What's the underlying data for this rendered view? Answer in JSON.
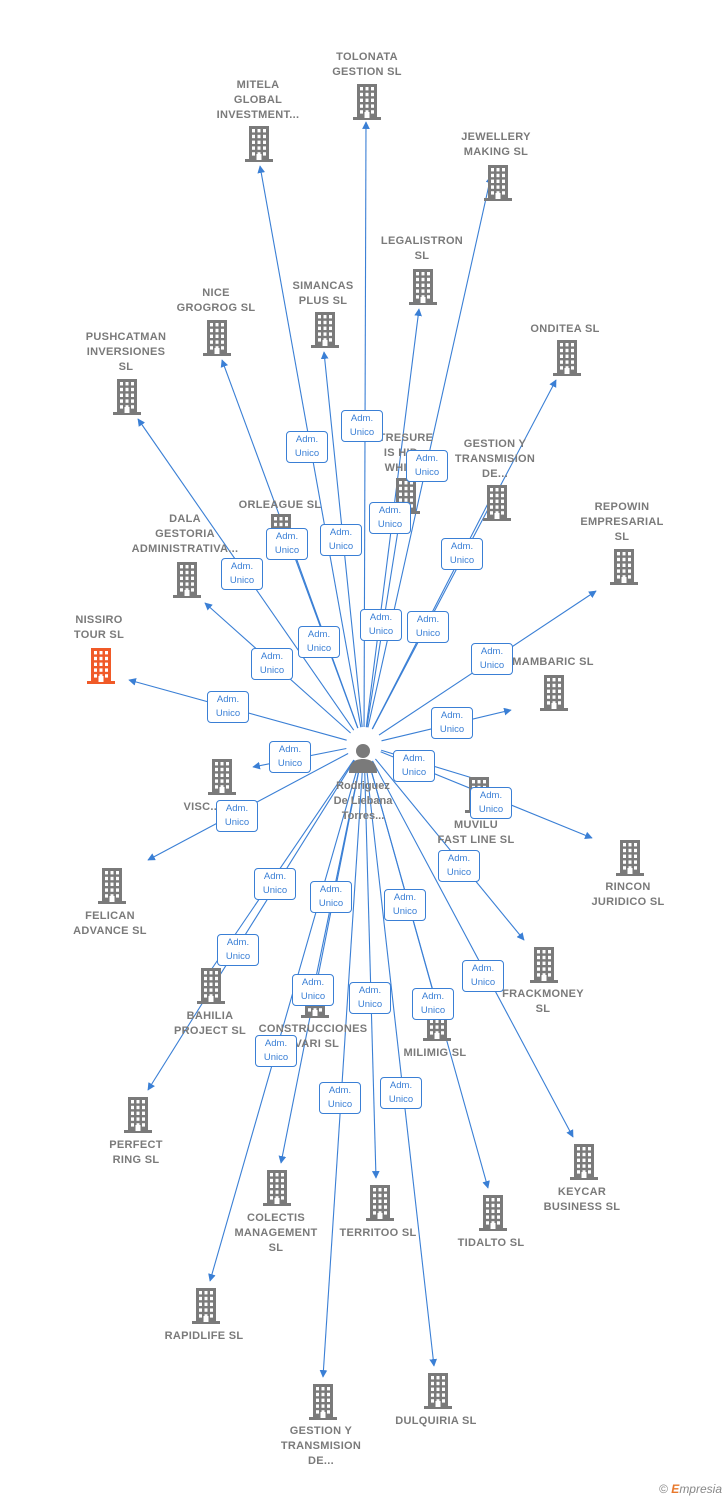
{
  "center": {
    "name": "Rodriguez\nDe Liebana\nTorres..."
  },
  "edge_label": {
    "line1": "Adm.",
    "line2": "Unico"
  },
  "colors": {
    "edge": "#3a7fd5",
    "building": "#7a7a7a",
    "focus_building": "#f05a28"
  },
  "companies": [
    {
      "id": "tolonata",
      "name": "TOLONATA\nGESTION  SL"
    },
    {
      "id": "mitela",
      "name": "MITELA\nGLOBAL\nINVESTMENT..."
    },
    {
      "id": "jewellery",
      "name": "JEWELLERY\nMAKING  SL"
    },
    {
      "id": "legalistron",
      "name": "LEGALISTRON\nSL"
    },
    {
      "id": "simancas",
      "name": "SIMANCAS\nPLUS  SL"
    },
    {
      "id": "nice",
      "name": "NICE\nGROGROG  SL"
    },
    {
      "id": "onditea",
      "name": "ONDITEA  SL"
    },
    {
      "id": "pushcatman",
      "name": "PUSHCATMAN\nINVERSIONES\nSL"
    },
    {
      "id": "tresure",
      "name": "TRESURE\nIS HID...\nWHITI..."
    },
    {
      "id": "gestion1",
      "name": "GESTION Y\nTRANSMISION\nDE..."
    },
    {
      "id": "orleague",
      "name": "ORLEAGUE  SL"
    },
    {
      "id": "dala",
      "name": "DALA\nGESTORIA\nADMINISTRATIVA..."
    },
    {
      "id": "repowin",
      "name": "REPOWIN\nEMPRESARIAL\nSL"
    },
    {
      "id": "nissiro",
      "name": "NISSIRO\nTOUR  SL",
      "focus": true
    },
    {
      "id": "mambaric",
      "name": "MAMBARIC  SL"
    },
    {
      "id": "visc",
      "name": "VISC..."
    },
    {
      "id": "muvilu",
      "name": "MUVILU\nFAST LINE  SL"
    },
    {
      "id": "rincon",
      "name": "RINCON\nJURIDICO SL"
    },
    {
      "id": "felican",
      "name": "FELICAN\nADVANCE  SL"
    },
    {
      "id": "frackmoney",
      "name": "FRACKMONEY\nSL"
    },
    {
      "id": "bahilia",
      "name": "BAHILIA\nPROJECT  SL"
    },
    {
      "id": "construcciones",
      "name": "CONSTRUCCIONES\nSVARI SL"
    },
    {
      "id": "milimig",
      "name": "MILIMIG  SL"
    },
    {
      "id": "perfect",
      "name": "PERFECT\nRING  SL"
    },
    {
      "id": "keycar",
      "name": "KEYCAR\nBUSINESS  SL"
    },
    {
      "id": "colectis",
      "name": "COLECTIS\nMANAGEMENT\nSL"
    },
    {
      "id": "territoo",
      "name": "TERRITOO  SL"
    },
    {
      "id": "tidalto",
      "name": "TIDALTO  SL"
    },
    {
      "id": "rapidlife",
      "name": "RAPIDLIFE  SL"
    },
    {
      "id": "gestion2",
      "name": "GESTION Y\nTRANSMISION\nDE..."
    },
    {
      "id": "dulquiria",
      "name": "DULQUIRIA  SL"
    }
  ],
  "footer": {
    "copyright": "©",
    "brand_initial": "E",
    "brand_rest": "mpresia"
  }
}
